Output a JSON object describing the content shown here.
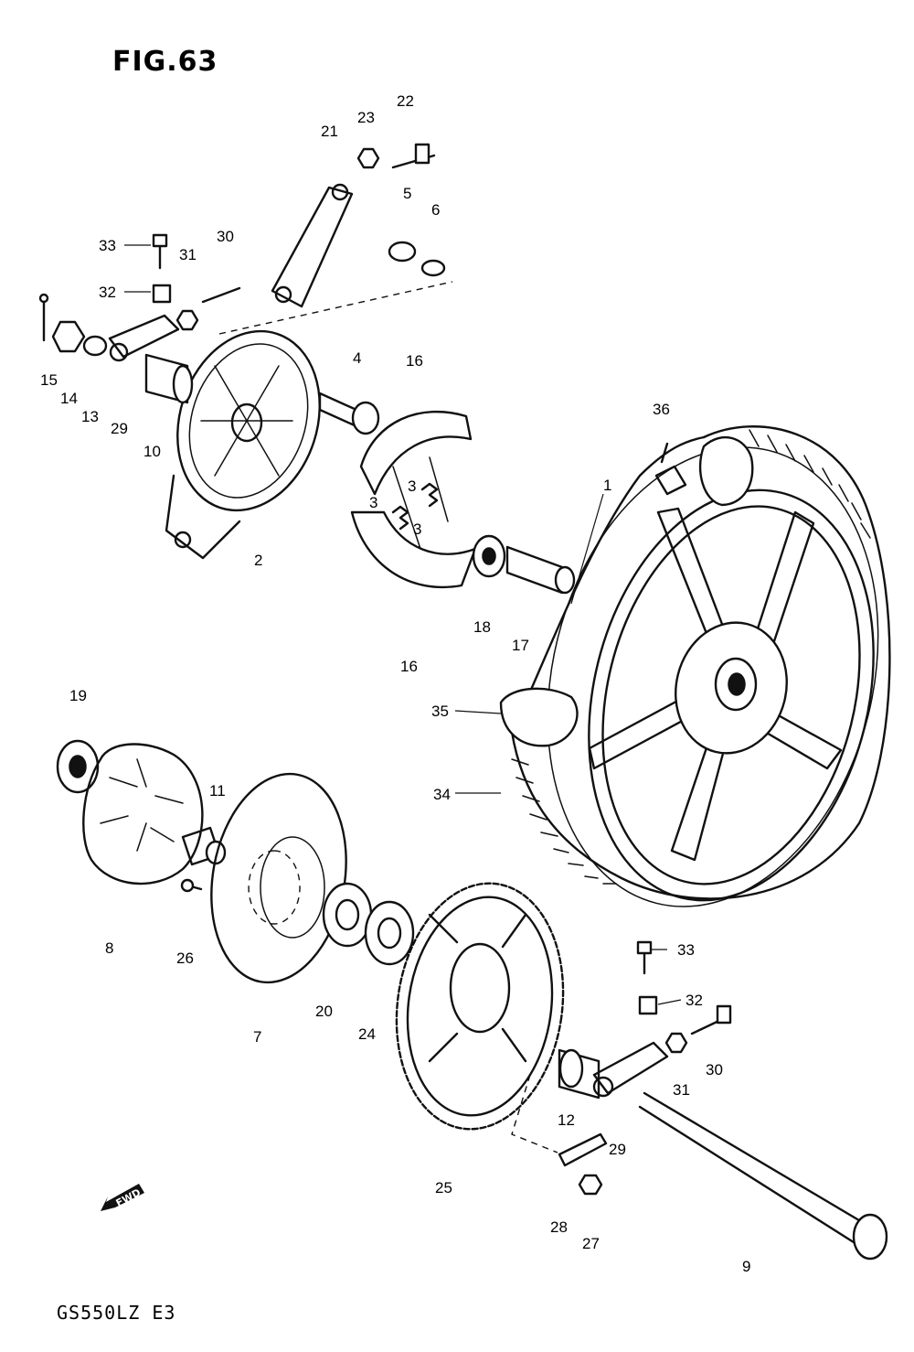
{
  "figure": {
    "title": "FIG.63",
    "model_code": "GS550LZ E3",
    "fwd_label": "FWD"
  },
  "parts": [
    {
      "no": "1"
    },
    {
      "no": "2"
    },
    {
      "no": "3"
    },
    {
      "no": "3"
    },
    {
      "no": "3"
    },
    {
      "no": "4"
    },
    {
      "no": "5"
    },
    {
      "no": "6"
    },
    {
      "no": "7"
    },
    {
      "no": "8"
    },
    {
      "no": "9"
    },
    {
      "no": "10"
    },
    {
      "no": "11"
    },
    {
      "no": "12"
    },
    {
      "no": "13"
    },
    {
      "no": "14"
    },
    {
      "no": "15"
    },
    {
      "no": "16"
    },
    {
      "no": "16"
    },
    {
      "no": "17"
    },
    {
      "no": "18"
    },
    {
      "no": "19"
    },
    {
      "no": "20"
    },
    {
      "no": "21"
    },
    {
      "no": "22"
    },
    {
      "no": "23"
    },
    {
      "no": "24"
    },
    {
      "no": "25"
    },
    {
      "no": "26"
    },
    {
      "no": "27"
    },
    {
      "no": "28"
    },
    {
      "no": "29"
    },
    {
      "no": "29"
    },
    {
      "no": "30"
    },
    {
      "no": "30"
    },
    {
      "no": "31"
    },
    {
      "no": "31"
    },
    {
      "no": "32"
    },
    {
      "no": "32"
    },
    {
      "no": "33"
    },
    {
      "no": "33"
    },
    {
      "no": "34"
    },
    {
      "no": "35"
    },
    {
      "no": "36"
    }
  ]
}
